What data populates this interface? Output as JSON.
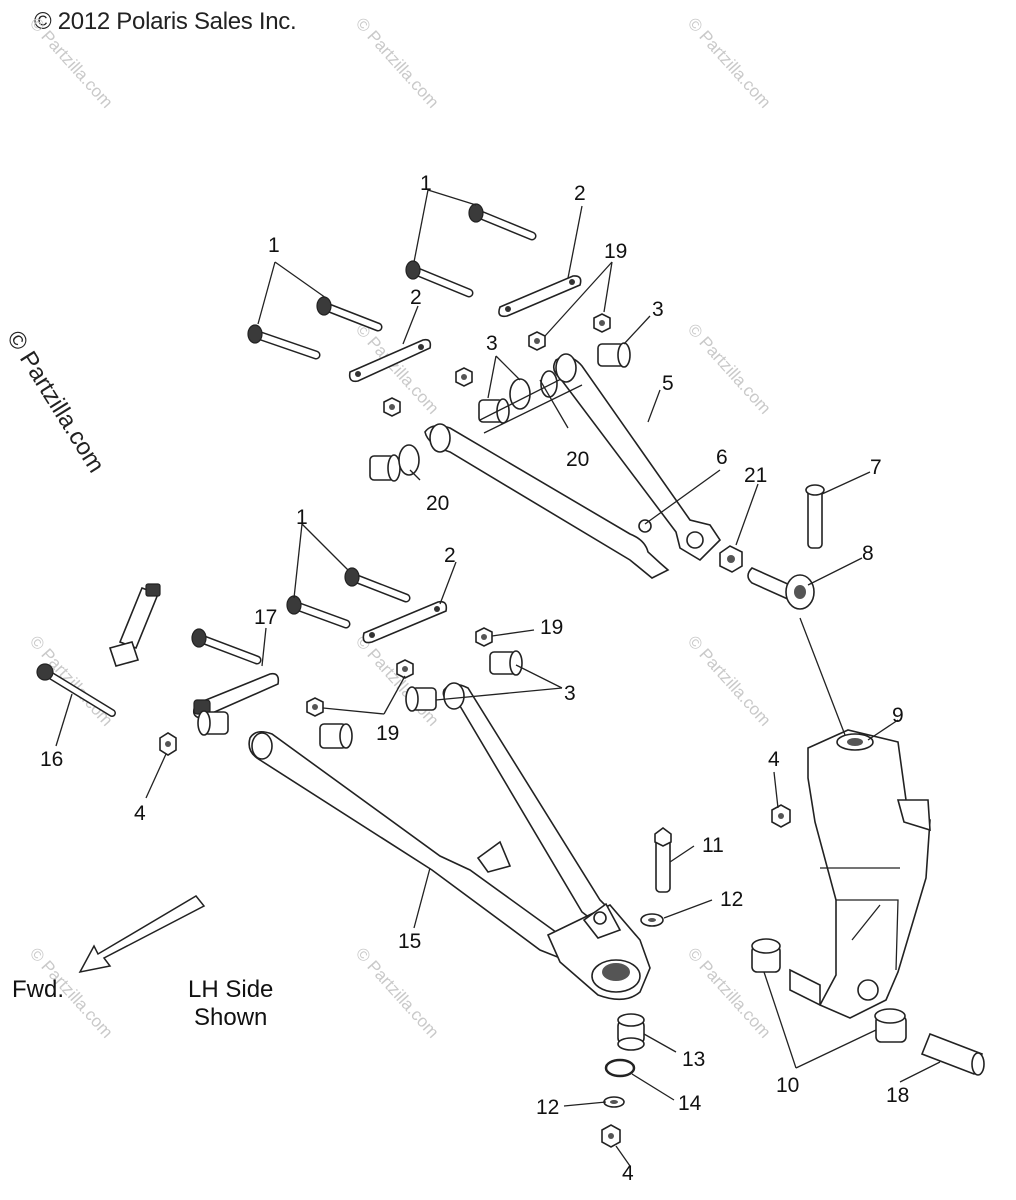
{
  "copyright": "© 2012 Polaris Sales Inc.",
  "watermark_side": "© Partzilla.com",
  "watermark_tile": "© Partzilla.com",
  "direction_label": "Fwd.",
  "view_note_line1": "LH Side",
  "view_note_line2": "Shown",
  "callouts": [
    {
      "id": "1a",
      "text": "1"
    },
    {
      "id": "1b",
      "text": "1"
    },
    {
      "id": "1c",
      "text": "1"
    },
    {
      "id": "2a",
      "text": "2"
    },
    {
      "id": "2b",
      "text": "2"
    },
    {
      "id": "2c",
      "text": "2"
    },
    {
      "id": "3a",
      "text": "3"
    },
    {
      "id": "3b",
      "text": "3"
    },
    {
      "id": "3c",
      "text": "3"
    },
    {
      "id": "4a",
      "text": "4"
    },
    {
      "id": "4b",
      "text": "4"
    },
    {
      "id": "4c",
      "text": "4"
    },
    {
      "id": "5",
      "text": "5"
    },
    {
      "id": "6",
      "text": "6"
    },
    {
      "id": "7",
      "text": "7"
    },
    {
      "id": "8",
      "text": "8"
    },
    {
      "id": "9",
      "text": "9"
    },
    {
      "id": "10",
      "text": "10"
    },
    {
      "id": "11",
      "text": "11"
    },
    {
      "id": "12a",
      "text": "12"
    },
    {
      "id": "12b",
      "text": "12"
    },
    {
      "id": "13",
      "text": "13"
    },
    {
      "id": "14",
      "text": "14"
    },
    {
      "id": "15",
      "text": "15"
    },
    {
      "id": "16",
      "text": "16"
    },
    {
      "id": "17",
      "text": "17"
    },
    {
      "id": "18",
      "text": "18"
    },
    {
      "id": "19a",
      "text": "19"
    },
    {
      "id": "19b",
      "text": "19"
    },
    {
      "id": "19c",
      "text": "19"
    },
    {
      "id": "20a",
      "text": "20"
    },
    {
      "id": "20b",
      "text": "20"
    },
    {
      "id": "21",
      "text": "21"
    }
  ]
}
